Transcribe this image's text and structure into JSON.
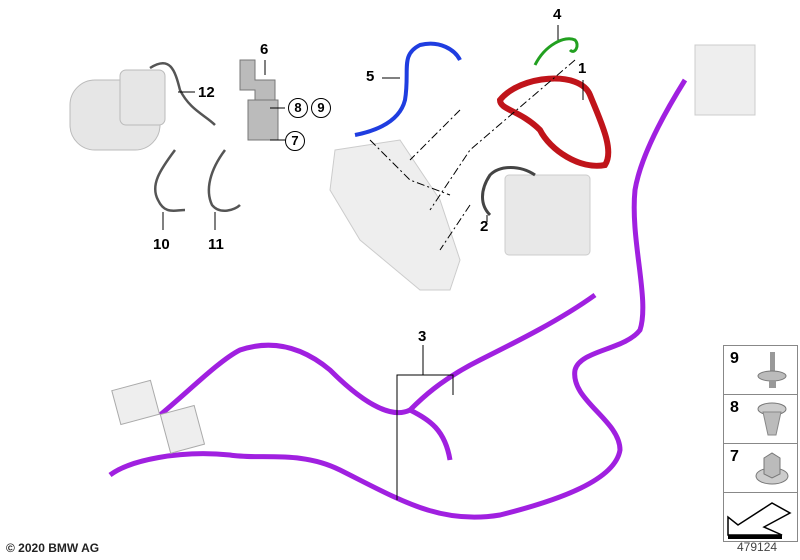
{
  "callouts": [
    "1",
    "2",
    "3",
    "4",
    "5",
    "6",
    "7",
    "8",
    "9",
    "10",
    "11",
    "12"
  ],
  "circled": {
    "c8": "8",
    "c9": "9",
    "c7": "7"
  },
  "legend": [
    {
      "number": "9",
      "icon": "screw-icon"
    },
    {
      "number": "8",
      "icon": "expanding-nut-icon"
    },
    {
      "number": "7",
      "icon": "hex-nut-icon"
    }
  ],
  "copyright": "© 2020 BMW AG",
  "diagram_number": "479124",
  "colors": {
    "purple": "#a020e0",
    "red": "#c0141a",
    "blue": "#1f3de0",
    "green": "#22a020",
    "gray": "#cfcfcf"
  }
}
